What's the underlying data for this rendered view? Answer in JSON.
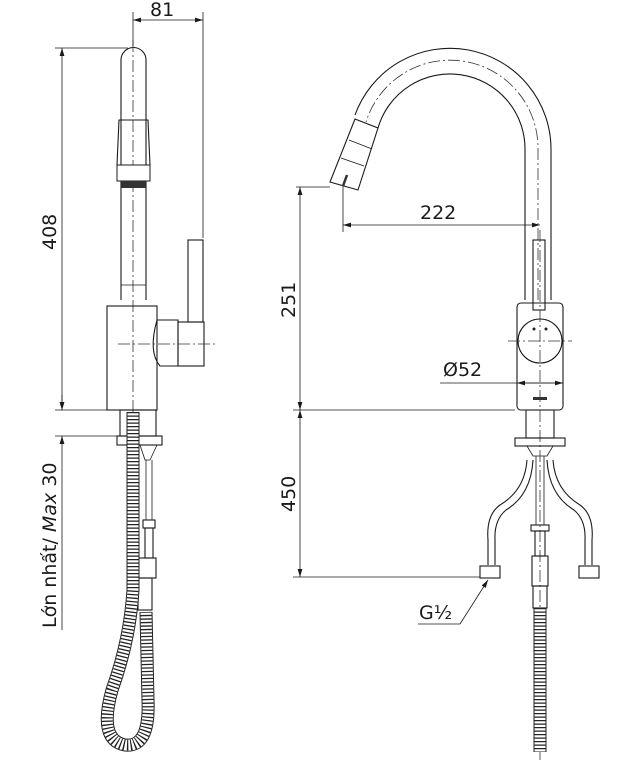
{
  "dimensions": {
    "side_width": "81",
    "side_height": "408",
    "max_thickness_label_vi": "Lớn nhất/ ",
    "max_thickness_label_en": "Max",
    "max_thickness_value": " 30",
    "spout_height": "251",
    "spout_reach": "222",
    "body_diameter": "Ø52",
    "hose_length": "450",
    "connection_thread": "G½"
  }
}
